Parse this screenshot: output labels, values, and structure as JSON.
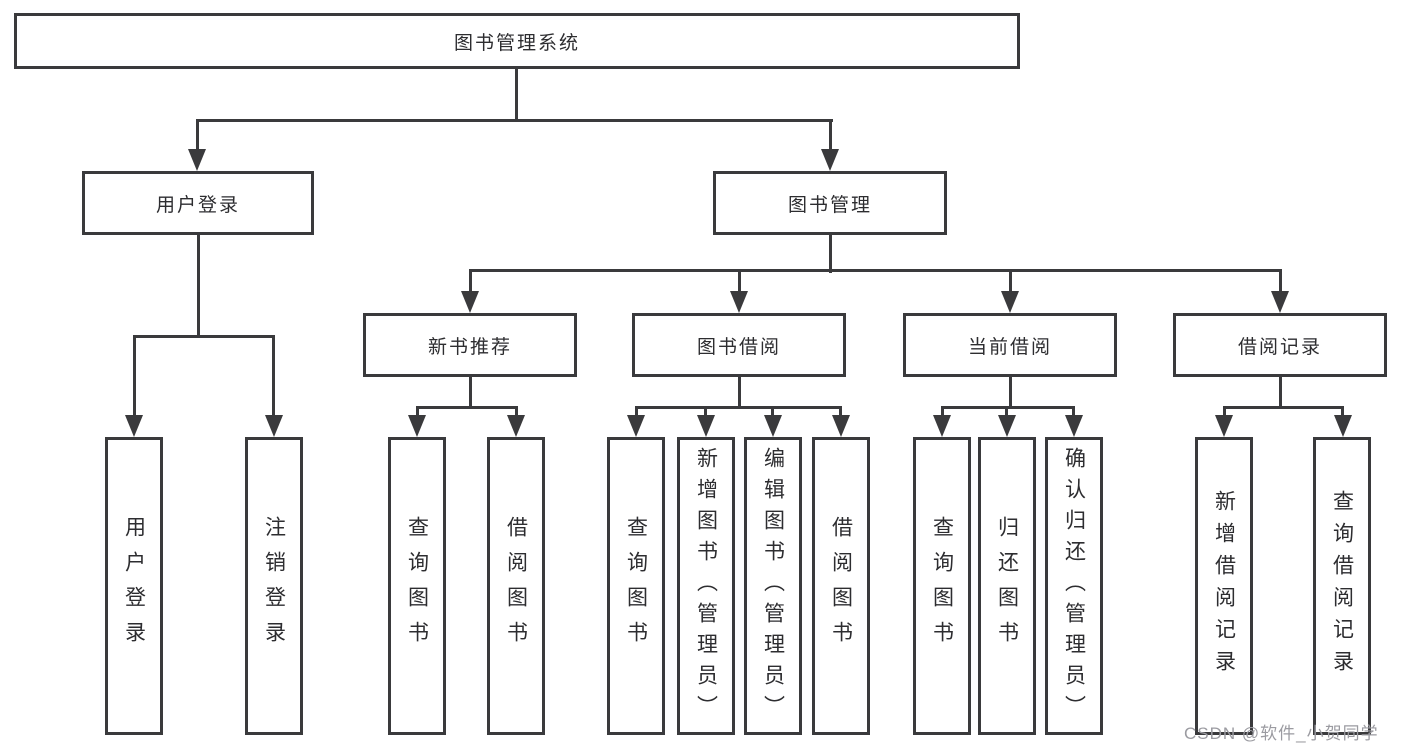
{
  "diagram": {
    "title": "图书管理系统",
    "type": "hierarchy-diagram",
    "colors": {
      "background": "#ffffff",
      "line": "#3a3a3c",
      "text": "#2d2d30",
      "watermark": "#9b9ba1"
    },
    "watermark": "CSDN @软件_小贺同学",
    "tree": {
      "label": "图书管理系统",
      "children": [
        {
          "label": "用户登录",
          "children": [
            {
              "label": "用户登录"
            },
            {
              "label": "注销登录"
            }
          ]
        },
        {
          "label": "图书管理",
          "children": [
            {
              "label": "新书推荐",
              "children": [
                {
                  "label": "查询图书"
                },
                {
                  "label": "借阅图书"
                }
              ]
            },
            {
              "label": "图书借阅",
              "children": [
                {
                  "label": "查询图书"
                },
                {
                  "label": "新增图书（管理员）"
                },
                {
                  "label": "编辑图书（管理员）"
                },
                {
                  "label": "借阅图书"
                }
              ]
            },
            {
              "label": "当前借阅",
              "children": [
                {
                  "label": "查询图书"
                },
                {
                  "label": "归还图书"
                },
                {
                  "label": "确认归还（管理员）"
                }
              ]
            },
            {
              "label": "借阅记录",
              "children": [
                {
                  "label": "新增借阅记录"
                },
                {
                  "label": "查询借阅记录"
                }
              ]
            }
          ]
        }
      ]
    }
  }
}
